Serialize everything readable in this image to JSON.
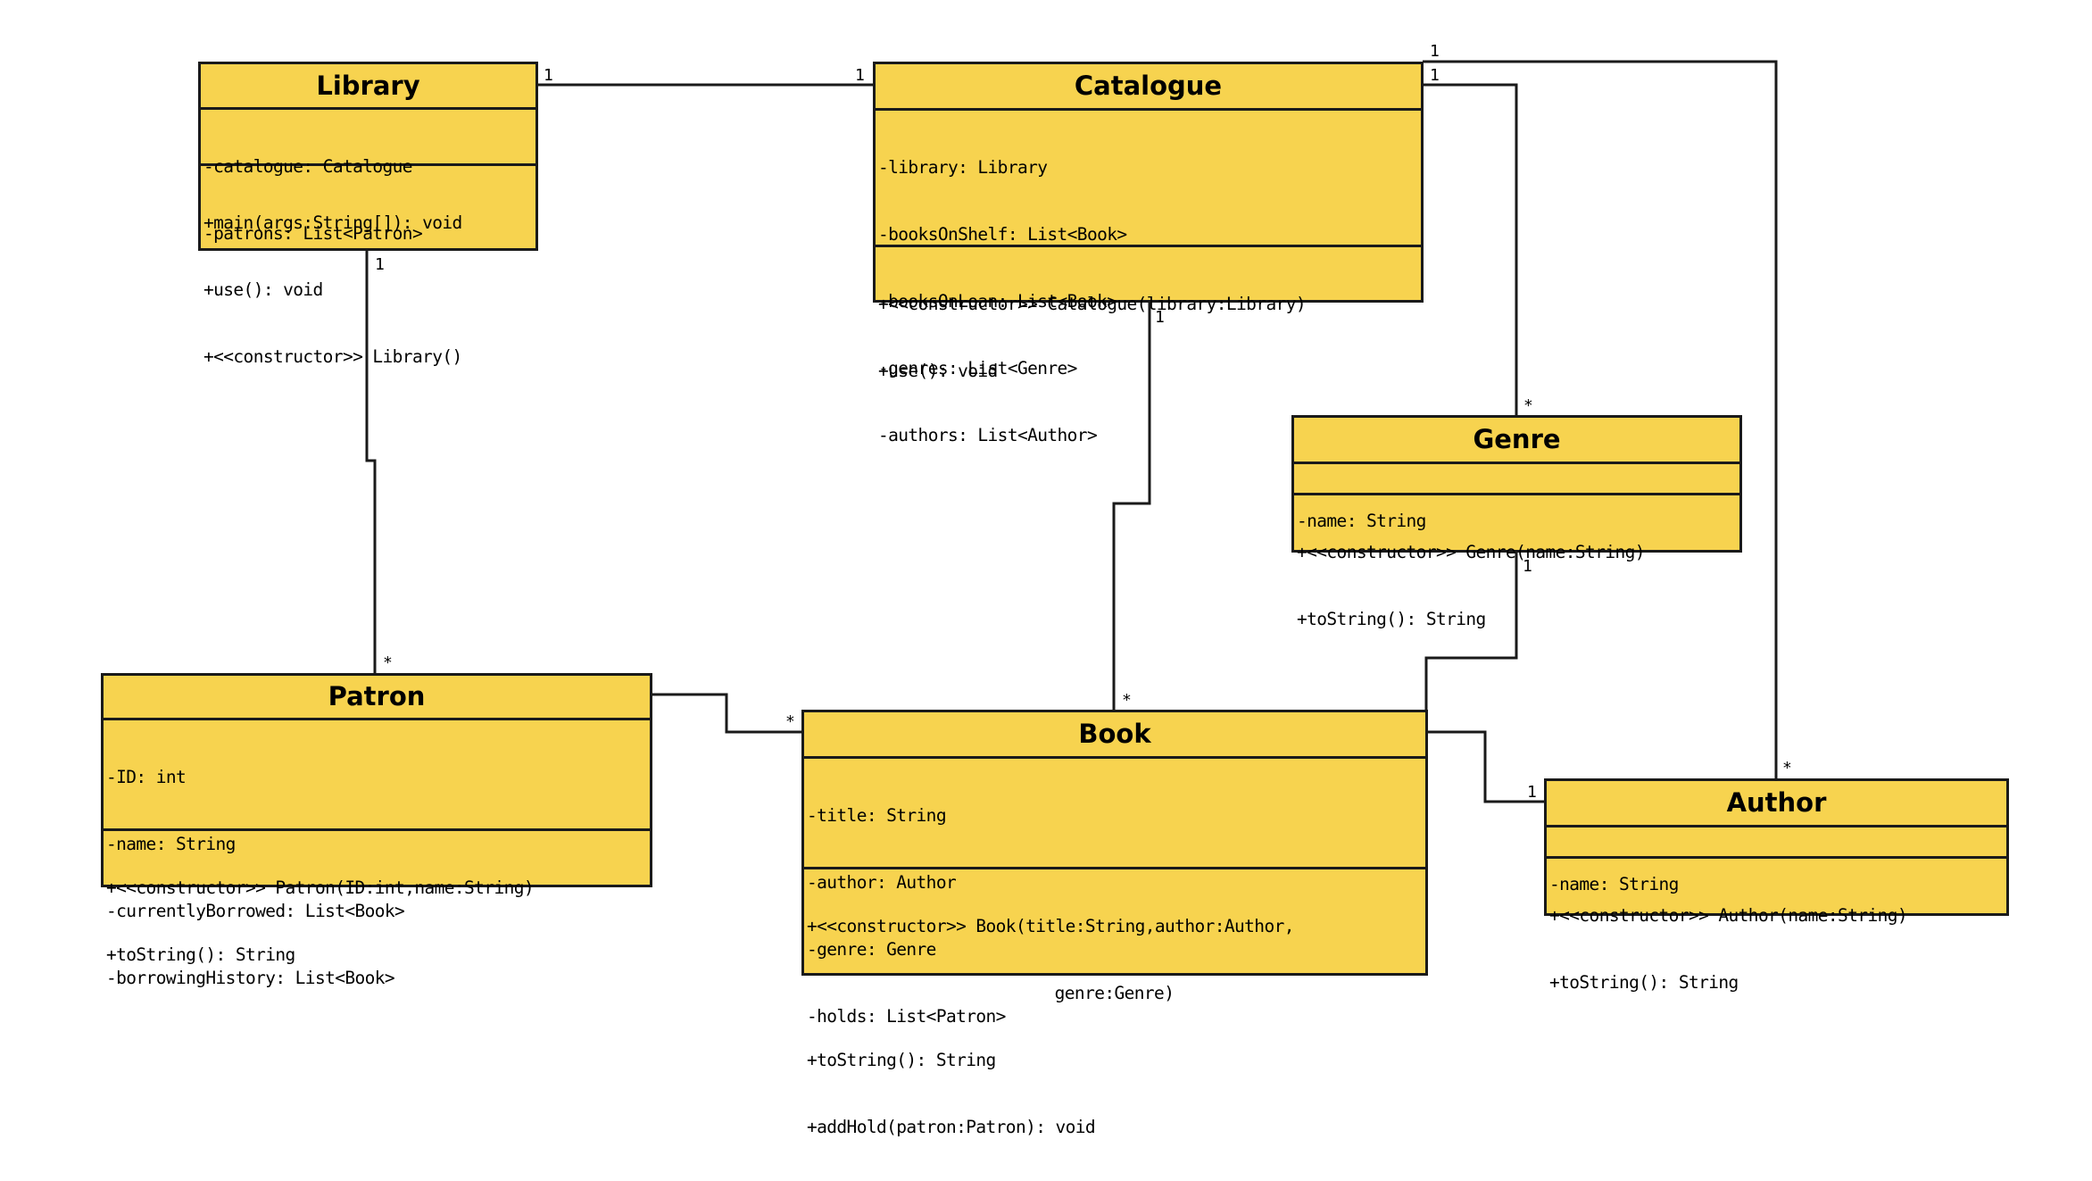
{
  "classes": {
    "library": {
      "name": "Library",
      "attributes": [
        "-catalogue: Catalogue",
        "-patrons: List<Patron>"
      ],
      "operations": [
        "+main(args:String[]): void",
        "+use(): void",
        "+<<constructor>> Library()"
      ]
    },
    "catalogue": {
      "name": "Catalogue",
      "attributes": [
        "-library: Library",
        "-booksOnShelf: List<Book>",
        "-booksOnLoan: List<Book>",
        "-genres: List<Genre>",
        "-authors: List<Author>"
      ],
      "operations": [
        "+<<constructor>> Catalogue(library:Library)",
        "+use(): void"
      ]
    },
    "genre": {
      "name": "Genre",
      "attributes": [
        "-name: String"
      ],
      "operations": [
        "+<<constructor>> Genre(name:String)",
        "+toString(): String"
      ]
    },
    "patron": {
      "name": "Patron",
      "attributes": [
        "-ID: int",
        "-name: String",
        "-currentlyBorrowed: List<Book>",
        "-borrowingHistory: List<Book>"
      ],
      "operations": [
        "+<<constructor>> Patron(ID:int,name:String)",
        "+toString(): String"
      ]
    },
    "book": {
      "name": "Book",
      "attributes": [
        "-title: String",
        "-author: Author",
        "-genre: Genre",
        "-holds: List<Patron>"
      ],
      "operations": [
        "+<<constructor>> Book(title:String,author:Author,",
        "genre:Genre)",
        "+toString(): String",
        "+addHold(patron:Patron): void"
      ]
    },
    "author": {
      "name": "Author",
      "attributes": [
        "-name: String"
      ],
      "operations": [
        "+<<constructor>> Author(name:String)",
        "+toString(): String"
      ]
    }
  },
  "associations": [
    {
      "from": "Library",
      "to": "Catalogue",
      "from_mult": "1",
      "to_mult": "1"
    },
    {
      "from": "Library",
      "to": "Patron",
      "from_mult": "1",
      "to_mult": "*"
    },
    {
      "from": "Catalogue",
      "to": "Book",
      "from_mult": "1",
      "to_mult": "*"
    },
    {
      "from": "Catalogue",
      "to": "Genre",
      "from_mult": "1",
      "to_mult": "*"
    },
    {
      "from": "Catalogue",
      "to": "Author",
      "from_mult": "1",
      "to_mult": "*"
    },
    {
      "from": "Genre",
      "to": "Book",
      "from_mult": "1",
      "to_mult": ""
    },
    {
      "from": "Patron",
      "to": "Book",
      "from_mult": "",
      "to_mult": "*"
    },
    {
      "from": "Book",
      "to": "Author",
      "from_mult": "",
      "to_mult": "1"
    }
  ],
  "colors": {
    "class_fill": "#f7d34f",
    "class_border": "#1a1a1a",
    "line": "#1a1a1a"
  }
}
